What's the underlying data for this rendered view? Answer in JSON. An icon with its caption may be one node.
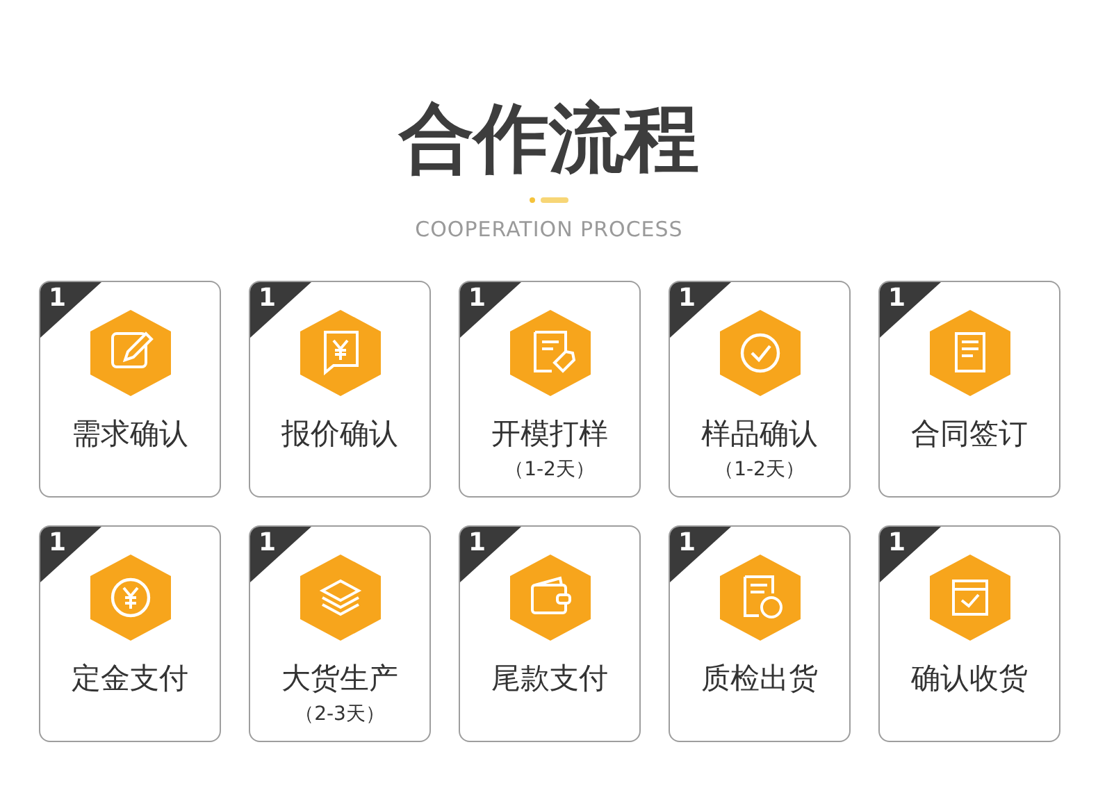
{
  "diagram": {
    "title": "合作流程",
    "nodes": [
      {
        "text": [
          "1",
          "需求确认"
        ]
      },
      {
        "text": [
          "1",
          "报价确认"
        ]
      },
      {
        "text": [
          "1",
          "开模打样",
          "（1-2天）"
        ]
      },
      {
        "text": [
          "1",
          "样品确认",
          "（1-2天）"
        ]
      },
      {
        "text": [
          "1",
          "合同签订"
        ]
      },
      {
        "text": [
          "1",
          "定金支付"
        ]
      },
      {
        "text": [
          "1",
          "大货生产",
          "（2-3天）"
        ]
      },
      {
        "text": [
          "1",
          "尾款支付"
        ]
      },
      {
        "text": [
          "1",
          "质检出货"
        ]
      },
      {
        "text": [
          "1",
          "确认收货"
        ]
      }
    ],
    "labels": [
      "COOPERATION PROCESS"
    ]
  }
}
